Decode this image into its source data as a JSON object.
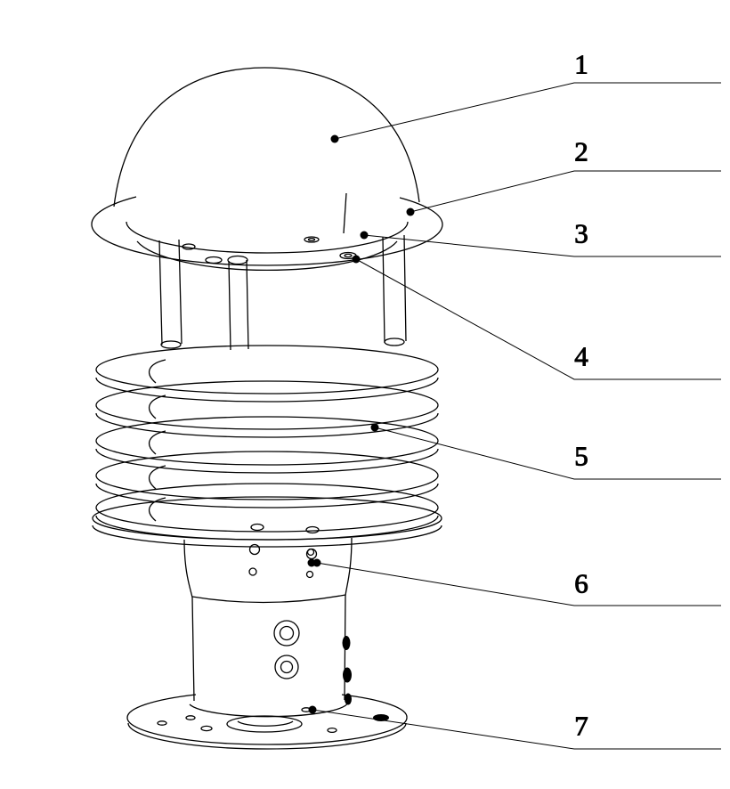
{
  "figure": {
    "background_color": "#ffffff",
    "line_color": "#000000",
    "callouts": [
      {
        "label": "1"
      },
      {
        "label": "2"
      },
      {
        "label": "3"
      },
      {
        "label": "4"
      },
      {
        "label": "5"
      },
      {
        "label": "6"
      },
      {
        "label": "7"
      }
    ]
  }
}
